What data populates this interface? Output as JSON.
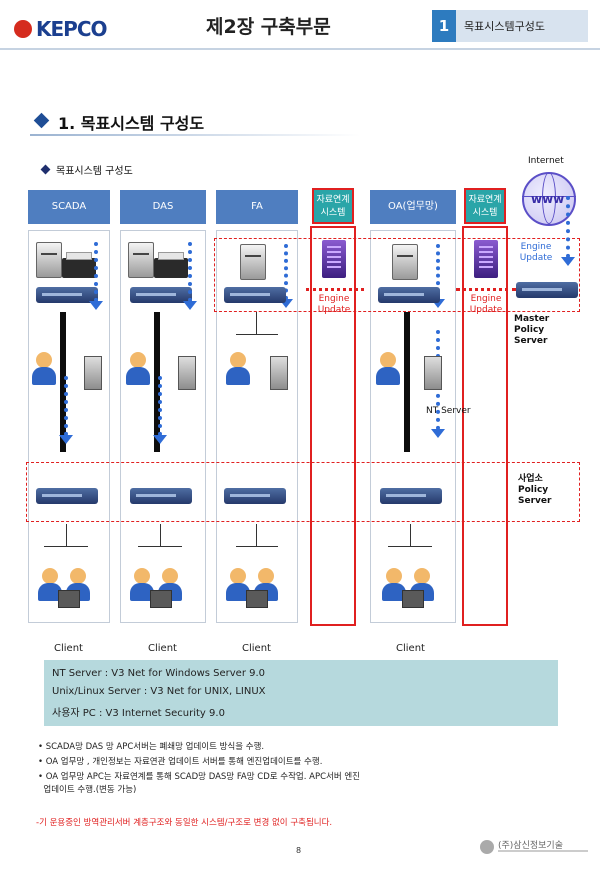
{
  "header": {
    "logo_text": "KEPCO",
    "chapter_title": "제2장 구축부문",
    "section_number": "1",
    "section_name": "목표시스템구성도"
  },
  "heading": "1. 목표시스템 구성도",
  "subheading": "목표시스템 구성도",
  "columns": {
    "scada": "SCADA",
    "das": "DAS",
    "fa": "FA",
    "link1": "자료연계\n시스템",
    "oa": "OA(업무망)",
    "link2": "자료연계\n시스템"
  },
  "labels": {
    "internet": "Internet",
    "www": "www",
    "engine_update_blue": "Engine\nUpdate",
    "engine_update_red1": "Engine\nUpdate",
    "engine_update_red2": "Engine\nUpdate",
    "master_policy": "Master\nPolicy\nServer",
    "nt_server": "NT Server",
    "branch_policy": "사업소\nPolicy\nServer",
    "client": "Client"
  },
  "info_box": [
    "NT Server  : V3 Net for Windows Server 9.0",
    "Unix/Linux Server :  V3 Net for UNIX, LINUX",
    "사용자 PC : V3 Internet Security 9.0"
  ],
  "bullets": [
    "• SCADA망 DAS 망 APC서버는 폐쇄망 업데이트 방식을 수행.",
    "• OA 업무망 , 개인정보는 자료연관 업데이트 서버를 통해 엔진업데이트를 수행.",
    "• OA 업무망 APC는 자료연계를 통해 SCAD망 DAS망 FA망 CD로 수작업. APC서버 엔진",
    "  업데이트 수행.(변동 가능)"
  ],
  "note": "-기 운용중인 방역관리서버 계층구조와 동일한 시스템/구조로 변경 없이 구축됩니다.",
  "footer": {
    "page": "8",
    "company": "(주)삼신정보기술"
  },
  "colors": {
    "header_blue": "#4f7ec0",
    "link_teal": "#2aa5a8",
    "alert_red": "#e02020",
    "arrow_blue": "#2f6cd6",
    "info_bg": "#b6d9dd"
  }
}
